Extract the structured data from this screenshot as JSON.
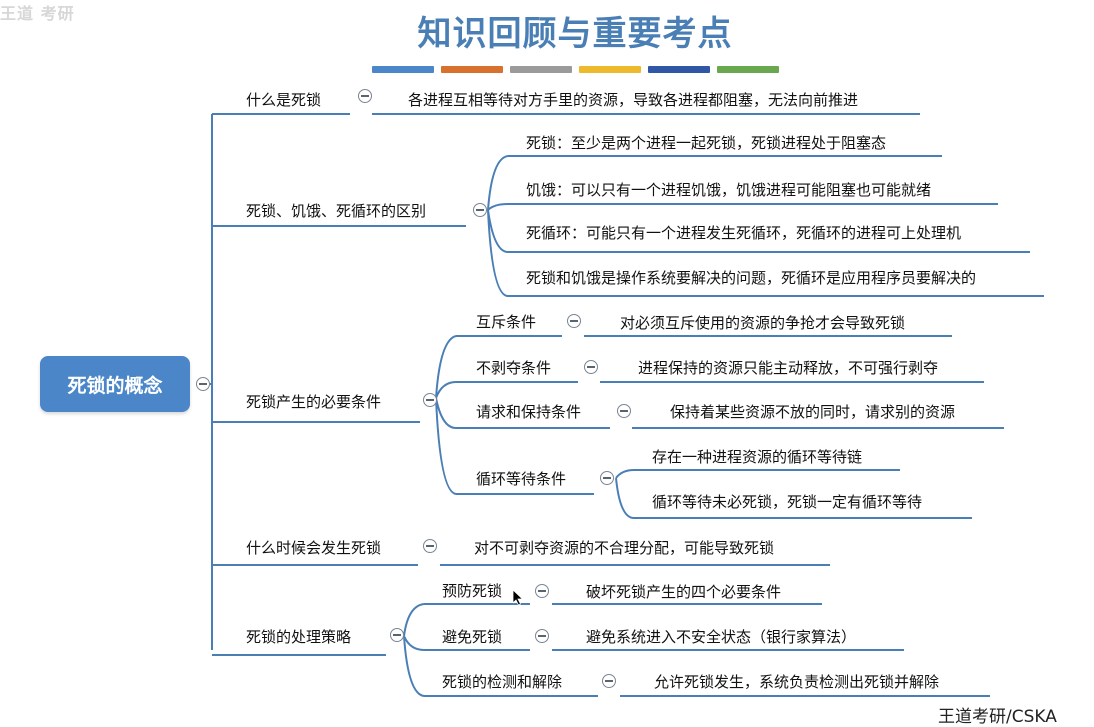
{
  "title": "知识回顾与重要考点",
  "color_bar": [
    "#4a86c8",
    "#d8702e",
    "#9a9a9a",
    "#efb92c",
    "#2f57a5",
    "#6aa84f"
  ],
  "line_color": "#4a7fb6",
  "root": "死锁的概念",
  "branches": {
    "b1": {
      "label": "什么是死锁",
      "desc": "各进程互相等待对方手里的资源，导致各进程都阻塞，无法向前推进"
    },
    "b2": {
      "label": "死锁、饥饿、死循环的区别",
      "items": [
        "死锁：至少是两个进程一起死锁，死锁进程处于阻塞态",
        "饥饿：可以只有一个进程饥饿，饥饿进程可能阻塞也可能就绪",
        "死循环：可能只有一个进程发生死循环，死循环的进程可上处理机",
        "死锁和饥饿是操作系统要解决的问题，死循环是应用程序员要解决的"
      ]
    },
    "b3": {
      "label": "死锁产生的必要条件",
      "conditions": [
        {
          "label": "互斥条件",
          "desc": "对必须互斥使用的资源的争抢才会导致死锁"
        },
        {
          "label": "不剥夺条件",
          "desc": "进程保持的资源只能主动释放，不可强行剥夺"
        },
        {
          "label": "请求和保持条件",
          "desc": "保持着某些资源不放的同时，请求别的资源"
        },
        {
          "label": "循环等待条件",
          "descs": [
            "存在一种进程资源的循环等待链",
            "循环等待未必死锁，死锁一定有循环等待"
          ]
        }
      ]
    },
    "b4": {
      "label": "什么时候会发生死锁",
      "desc": "对不可剥夺资源的不合理分配，可能导致死锁"
    },
    "b5": {
      "label": "死锁的处理策略",
      "strategies": [
        {
          "label": "预防死锁",
          "desc": "破坏死锁产生的四个必要条件"
        },
        {
          "label": "避免死锁",
          "desc": "避免系统进入不安全状态（银行家算法）"
        },
        {
          "label": "死锁的检测和解除",
          "desc": "允许死锁发生，系统负责检测出死锁并解除"
        }
      ]
    }
  },
  "watermark_top": "王道 考研",
  "watermark_bottom": "王道考研/CSKA"
}
